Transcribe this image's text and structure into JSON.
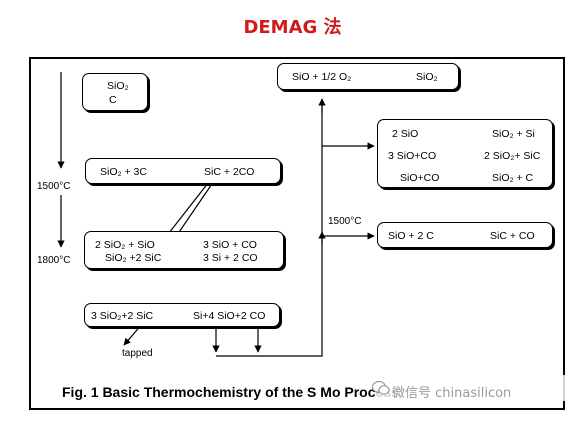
{
  "title": "DEMAG 法",
  "caption": "Fig. 1   Basic Thermochemistry of the S   Mo  Process",
  "watermark": "微信号 chinasilicon",
  "temps": {
    "t1500_left": "1500°C",
    "t1800_left": "1800°C",
    "t1500_right": "1500°C"
  },
  "tapped": "tapped",
  "boxes": {
    "input": {
      "line1": "SiO₂",
      "line2": "C"
    },
    "sic_form": {
      "left": "SiO₂  +  3C",
      "right": "SiC  +  2CO"
    },
    "mid": {
      "l1a": "2 SiO₂  +  SiO",
      "l1b": "3 SiO +   CO",
      "l2a": "SiO₂ +2 SiC",
      "l2b": "3 Si   + 2 CO"
    },
    "bottom": {
      "left": "3 SiO₂+2 SiC",
      "right": "Si+4 SiO+2 CO"
    },
    "top": {
      "left": "SiO  +  1/2 O₂",
      "right": "SiO₂"
    },
    "reactions": [
      {
        "left": "2 SiO",
        "right": "SiO₂ + Si"
      },
      {
        "left": "3 SiO+CO",
        "right": "2 SiO₂+ SiC"
      },
      {
        "left": "SiO+CO",
        "right": "SiO₂ + C"
      }
    ],
    "sio_c": {
      "left": "SiO  +  2 C",
      "right": "SiC  +  CO"
    }
  },
  "colors": {
    "title": "#d11a1a",
    "line": "#000000",
    "watermark": "#9a9a9a"
  }
}
